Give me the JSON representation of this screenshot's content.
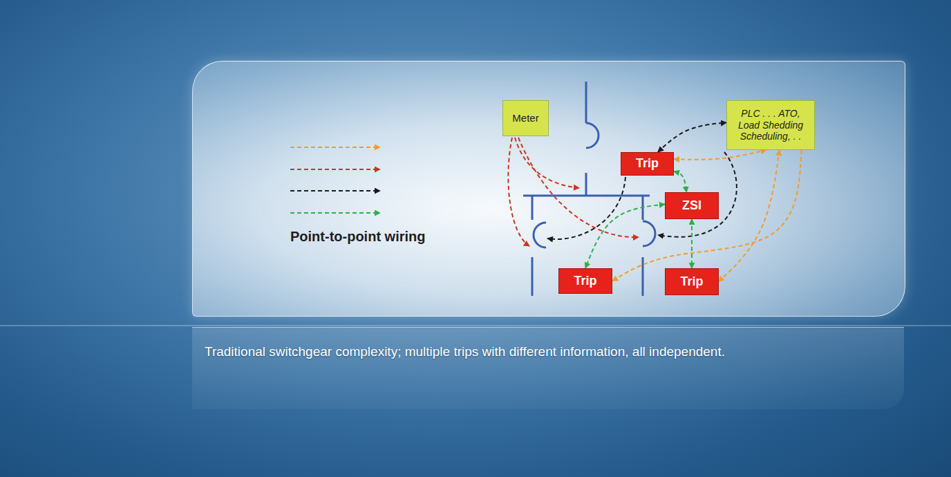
{
  "diagram": {
    "caption": "Traditional switchgear complexity; multiple trips with different information, all independent.",
    "nodes": [
      {
        "text": [
          "Meter"
        ]
      },
      {
        "text": [
          "PLC . . . ATO, Load Shedding Scheduling, . ."
        ]
      },
      {
        "text": [
          "Trip"
        ]
      },
      {
        "text": [
          "ZSI"
        ]
      },
      {
        "text": [
          "Trip"
        ]
      },
      {
        "text": [
          "Trip"
        ]
      }
    ],
    "edges": [
      {
        "from": 2,
        "to": 1,
        "arrow": "both"
      },
      {
        "from": 2,
        "to": 1,
        "arrow": "both"
      },
      {
        "from": 2,
        "to": 3,
        "arrow": "both"
      },
      {
        "from": 3,
        "to": 5,
        "arrow": "both"
      },
      {
        "from": 3,
        "to": 4,
        "arrow": "both"
      },
      {
        "from": 5,
        "to": 1,
        "arrow": "both"
      },
      {
        "from": 1,
        "to": 4,
        "arrow": "to"
      }
    ],
    "labels": [
      "Point-to-point wiring"
    ]
  }
}
